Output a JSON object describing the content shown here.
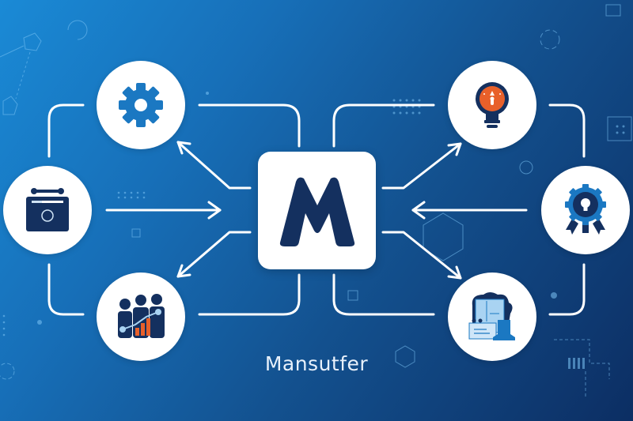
{
  "diagram": {
    "hub": {
      "letter": "M",
      "color": "#14305f"
    },
    "caption": "Mansutfer",
    "colors": {
      "background_start": "#1a8ad6",
      "background_end": "#0c2e63",
      "node_fill": "#ffffff",
      "icon_dark": "#14305f",
      "icon_blue": "#1b78c2",
      "icon_orange": "#e8602a",
      "icon_light_blue": "#a9d3f2",
      "connector": "#ffffff"
    },
    "nodes": [
      {
        "id": "settings",
        "icon": "gear-icon",
        "position": "top-left",
        "arrow": "from-hub"
      },
      {
        "id": "calendar",
        "icon": "calendar-icon",
        "position": "middle-left",
        "arrow": "to-hub"
      },
      {
        "id": "team-growth",
        "icon": "team-growth-chart-icon",
        "position": "bottom-left",
        "arrow": "from-hub"
      },
      {
        "id": "idea",
        "icon": "lightbulb-icon",
        "position": "top-right",
        "arrow": "from-hub"
      },
      {
        "id": "innovation-award",
        "icon": "award-gear-lightbulb-icon",
        "position": "middle-right",
        "arrow": "to-hub"
      },
      {
        "id": "documents",
        "icon": "documents-cloud-icon",
        "position": "bottom-right",
        "arrow": "from-hub"
      }
    ]
  }
}
